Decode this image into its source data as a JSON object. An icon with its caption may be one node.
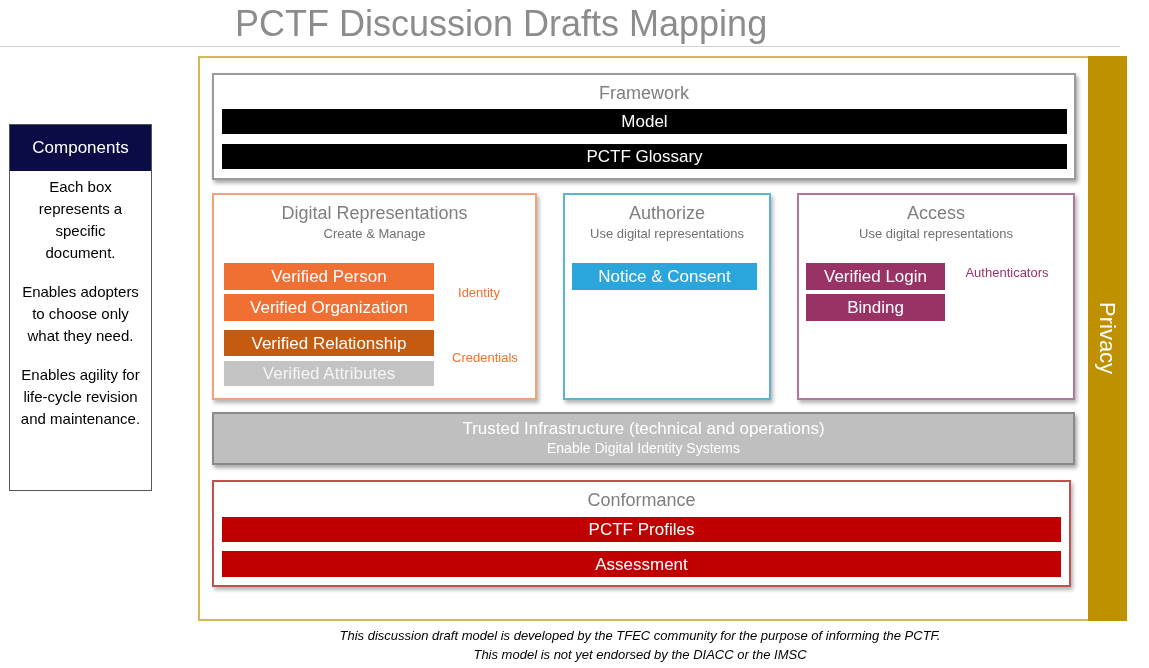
{
  "diagram": {
    "title": "PCTF Discussion Drafts Mapping",
    "nodes": [
      {
        "text": [
          "Components",
          "Each box represents a specific document.",
          "Enables adopters to choose only what they need.",
          "Enables agility for life-cycle revision and maintenance."
        ]
      },
      {
        "text": [
          "Framework"
        ]
      },
      {
        "text": [
          "Model"
        ],
        "in": 1
      },
      {
        "text": [
          "PCTF Glossary"
        ],
        "in": 1
      },
      {
        "text": [
          "Digital Representations",
          "Create & Manage"
        ]
      },
      {
        "text": [
          "Verified Person"
        ],
        "in": 4
      },
      {
        "text": [
          "Verified Organization"
        ],
        "in": 4
      },
      {
        "text": [
          "Verified Relationship"
        ],
        "in": 4
      },
      {
        "text": [
          "Verified Attributes"
        ],
        "in": 4
      },
      {
        "text": [
          "Authorize",
          "Use digital representations"
        ]
      },
      {
        "text": [
          "Notice & Consent"
        ],
        "in": 9
      },
      {
        "text": [
          "Access",
          "Use digital representations"
        ]
      },
      {
        "text": [
          "Verified Login"
        ],
        "in": 11
      },
      {
        "text": [
          "Binding"
        ],
        "in": 11
      },
      {
        "text": [
          "Trusted Infrastructure (technical and operations)",
          "Enable Digital Identity Systems"
        ]
      },
      {
        "text": [
          "Conformance"
        ]
      },
      {
        "text": [
          "PCTF Profiles"
        ],
        "in": 15
      },
      {
        "text": [
          "Assessment"
        ],
        "in": 15
      },
      {
        "text": [
          "Privacy"
        ]
      }
    ],
    "labels": [
      "Identity",
      "Credentials",
      "Authenticators",
      "This discussion draft model is developed by the TFEC community for the purpose of informing the PCTF.",
      "This model is not yet endorsed by the DIACC or the IMSC"
    ]
  }
}
